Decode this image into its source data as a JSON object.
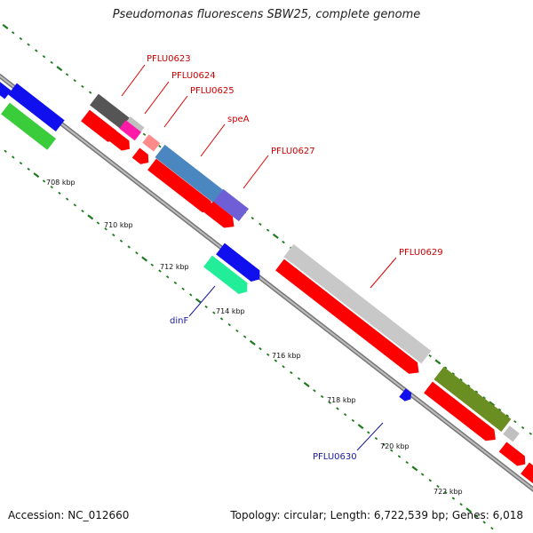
{
  "title": "Pseudomonas fluorescens SBW25, complete genome",
  "footer": {
    "accession": "Accession: NC_012660",
    "summary": "Topology: circular; Length: 6,722,539 bp; Genes: 6,018"
  },
  "ticks": [
    "708 kbp",
    "710 kbp",
    "712 kbp",
    "714 kbp",
    "716 kbp",
    "718 kbp",
    "720 kbp",
    "722 kbp"
  ],
  "gene_labels": {
    "PFLU0623": "PFLU0623",
    "PFLU0624": "PFLU0624",
    "PFLU0625": "PFLU0625",
    "speA": "speA",
    "PFLU0627": "PFLU0627",
    "PFLU0629": "PFLU0629",
    "dinF": "dinF",
    "PFLU0630": "PFLU0630"
  },
  "colors": {
    "backbone": "#8c8c8c",
    "cds": "#ff0000",
    "feature_labels_forward": "#cc0000",
    "feature_labels_reverse": "#1a1aa6",
    "tick_marks": "#1f7a1f"
  }
}
